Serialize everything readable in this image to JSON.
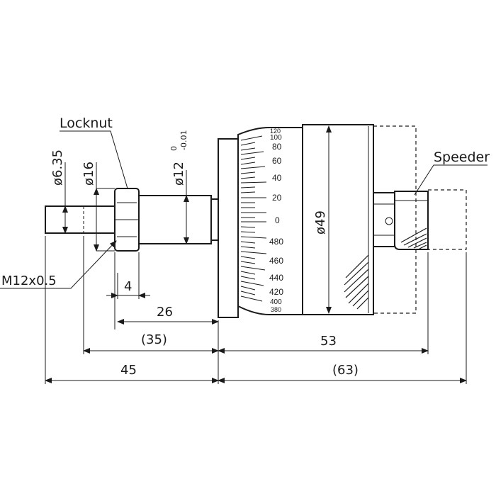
{
  "callouts": {
    "locknut": "Locknut",
    "speeder": "Speeder",
    "thread": "M12x0.5"
  },
  "diameters": {
    "spindle": "ø6.35",
    "locknut": "ø16",
    "stem_base": "ø12",
    "stem_tol_upper": "0",
    "stem_tol_lower": "-0.01",
    "thimble": "ø49"
  },
  "dimensions": {
    "d4": "4",
    "d26": "26",
    "d35": "(35)",
    "d45": "45",
    "d53": "53",
    "d63": "(63)"
  },
  "thimble_scale": [
    "120",
    "100",
    "80",
    "60",
    "40",
    "20",
    "0",
    "480",
    "460",
    "440",
    "420",
    "400",
    "380"
  ]
}
